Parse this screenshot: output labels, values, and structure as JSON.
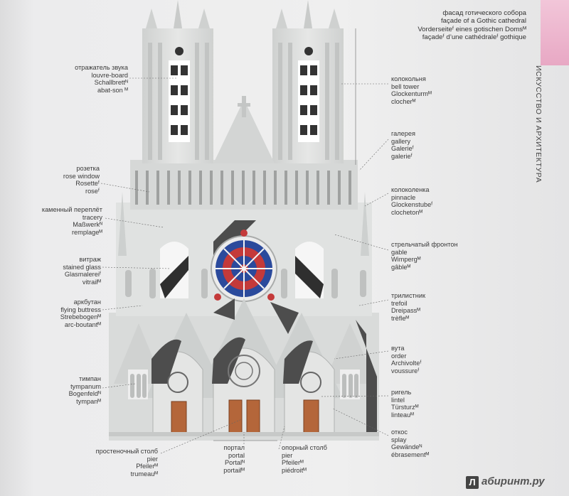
{
  "title_lines": [
    "фасад готического собора",
    "façade of a Gothic cathedral",
    "Vorderseiteᶠ eines gotischen Domsᴹ",
    "façadeᶠ d’une cathédraleᶠ gothique"
  ],
  "side_heading": "ИСКУССТВО И АРХИТЕКТУРА",
  "brand": {
    "logo": "Л",
    "text": "абиринт.ру"
  },
  "labels_left": [
    {
      "id": "louvre",
      "lines": [
        "отражатель звука",
        "louvre-board",
        "Schallbrettᴺ",
        "abat-son ᴹ"
      ]
    },
    {
      "id": "rose",
      "lines": [
        "розетка",
        "rose window",
        "Rosetteᶠ",
        "roseᶠ"
      ]
    },
    {
      "id": "tracery",
      "lines": [
        "каменный переплёт",
        "tracery",
        "Maßwerkᴺ",
        "remplageᴹ"
      ]
    },
    {
      "id": "glass",
      "lines": [
        "витраж",
        "stained glass",
        "Glasmalereiᶠ",
        "vitrailᴹ"
      ]
    },
    {
      "id": "buttress",
      "lines": [
        "аркбутан",
        "flying buttress",
        "Strebebogenᴹ",
        "arc-boutantᴹ"
      ]
    },
    {
      "id": "tympan",
      "lines": [
        "тимпан",
        "tympanum",
        "Bogenfeldᴺ",
        "tympanᴹ"
      ]
    }
  ],
  "labels_right": [
    {
      "id": "bell",
      "lines": [
        "колокольня",
        "bell tower",
        "Glockenturmᴹ",
        "clocherᴹ"
      ]
    },
    {
      "id": "gallery",
      "lines": [
        "галерея",
        "gallery",
        "Galerieᶠ",
        "galerieᶠ"
      ]
    },
    {
      "id": "pinnacle",
      "lines": [
        "колоколенка",
        "pinnacle",
        "Glockenstubeᶠ",
        "clochetonᴹ"
      ]
    },
    {
      "id": "gable",
      "lines": [
        "стрельчатый фронтон",
        "gable",
        "Wimpergᴹ",
        "gâbleᴹ"
      ]
    },
    {
      "id": "trefoil",
      "lines": [
        "трилистник",
        "trefoil",
        "Dreipassᴹ",
        "trèfleᴹ"
      ]
    },
    {
      "id": "order",
      "lines": [
        "вута",
        "order",
        "Archivolteᶠ",
        "voussureᶠ"
      ]
    },
    {
      "id": "lintel",
      "lines": [
        "ригель",
        "lintel",
        "Türsturzᴹ",
        "linteauᴹ"
      ]
    },
    {
      "id": "splay",
      "lines": [
        "откос",
        "splay",
        "Gewändeᴺ",
        "ébrasementᴹ"
      ]
    }
  ],
  "labels_bottom": [
    {
      "id": "trumeau",
      "lines": [
        "простеночный столб",
        "pier",
        "Pfeilerᴹ",
        "trumeauᴹ"
      ]
    },
    {
      "id": "portal",
      "lines": [
        "портал",
        "portal",
        "Portalᴺ",
        "portailᴹ"
      ]
    },
    {
      "id": "pier",
      "lines": [
        "опорный столб",
        "pier",
        "Pfeilerᴹ",
        "piédroitᴹ"
      ]
    }
  ],
  "colors": {
    "stone": "#dcdedd",
    "stone_dark": "#b8bab9",
    "shadow": "#4d4d4d",
    "door": "#b4663a",
    "rose_blue": "#2b4a9c",
    "rose_red": "#c43a3a"
  }
}
